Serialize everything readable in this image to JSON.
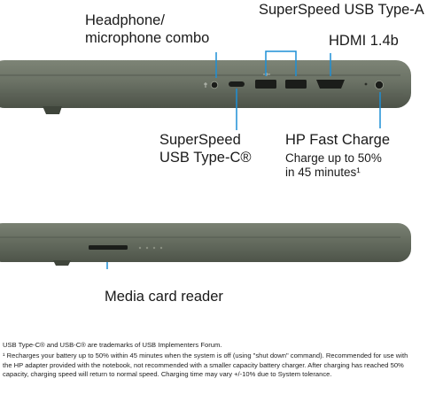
{
  "labels": {
    "headphone": [
      "Headphone/",
      "microphone combo"
    ],
    "usb_a": "SuperSpeed USB Type-A",
    "hdmi": "HDMI 1.4b",
    "usb_c": [
      "SuperSpeed",
      "USB Type-C®"
    ],
    "fast_charge_title": "HP Fast Charge",
    "fast_charge_detail": [
      "Charge up to 50%",
      "in 45 minutes¹"
    ],
    "media_card": "Media card reader"
  },
  "footnotes": [
    "USB Type-C® and USB-C® are trademarks of USB Implementers Forum.",
    "¹ Recharges your battery up to 50% within 45 minutes when the system is off (using \"shut down\" command). Recommended for use with",
    "the HP adapter provided with the notebook, not recommended with a smaller capacity battery charger. After charging has reached 50%",
    "capacity, charging speed will return to normal speed. Charging time may vary +/-10% due to System tolerance."
  ],
  "colors": {
    "chassis": "#6b7265",
    "chassis_dark": "#3f453b",
    "callout": "#1d8fd6",
    "port": "#1b1d1a"
  }
}
